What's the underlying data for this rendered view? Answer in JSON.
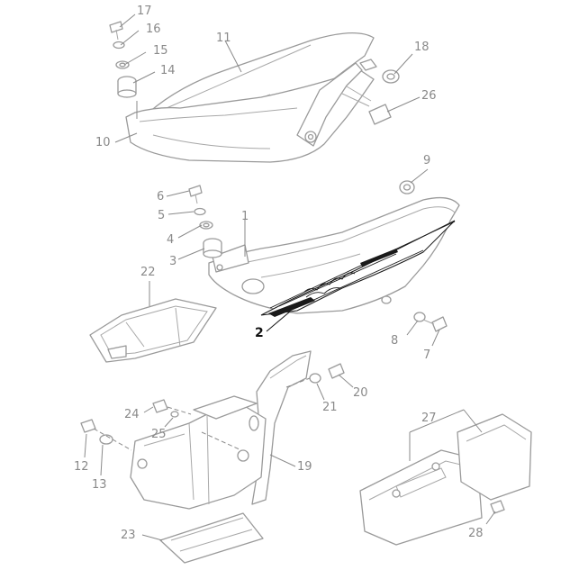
{
  "diagram": {
    "callouts": [
      {
        "id": "c17",
        "label": "17"
      },
      {
        "id": "c16",
        "label": "16"
      },
      {
        "id": "c15",
        "label": "15"
      },
      {
        "id": "c14",
        "label": "14"
      },
      {
        "id": "c11",
        "label": "11"
      },
      {
        "id": "c10",
        "label": "10"
      },
      {
        "id": "c18",
        "label": "18"
      },
      {
        "id": "c26",
        "label": "26"
      },
      {
        "id": "c9",
        "label": "9"
      },
      {
        "id": "c6",
        "label": "6"
      },
      {
        "id": "c5",
        "label": "5"
      },
      {
        "id": "c4",
        "label": "4"
      },
      {
        "id": "c3",
        "label": "3"
      },
      {
        "id": "c1",
        "label": "1"
      },
      {
        "id": "c22",
        "label": "22"
      },
      {
        "id": "c2",
        "label": "2"
      },
      {
        "id": "c8",
        "label": "8"
      },
      {
        "id": "c7",
        "label": "7"
      },
      {
        "id": "c20",
        "label": "20"
      },
      {
        "id": "c21",
        "label": "21"
      },
      {
        "id": "c24",
        "label": "24"
      },
      {
        "id": "c25",
        "label": "25"
      },
      {
        "id": "c12",
        "label": "12"
      },
      {
        "id": "c13",
        "label": "13"
      },
      {
        "id": "c19",
        "label": "19"
      },
      {
        "id": "c23",
        "label": "23"
      },
      {
        "id": "c27",
        "label": "27"
      },
      {
        "id": "c28",
        "label": "28"
      }
    ]
  },
  "colors": {
    "line": "#9a9a9a",
    "label": "#8a8a8a",
    "highlight": "#111111"
  }
}
